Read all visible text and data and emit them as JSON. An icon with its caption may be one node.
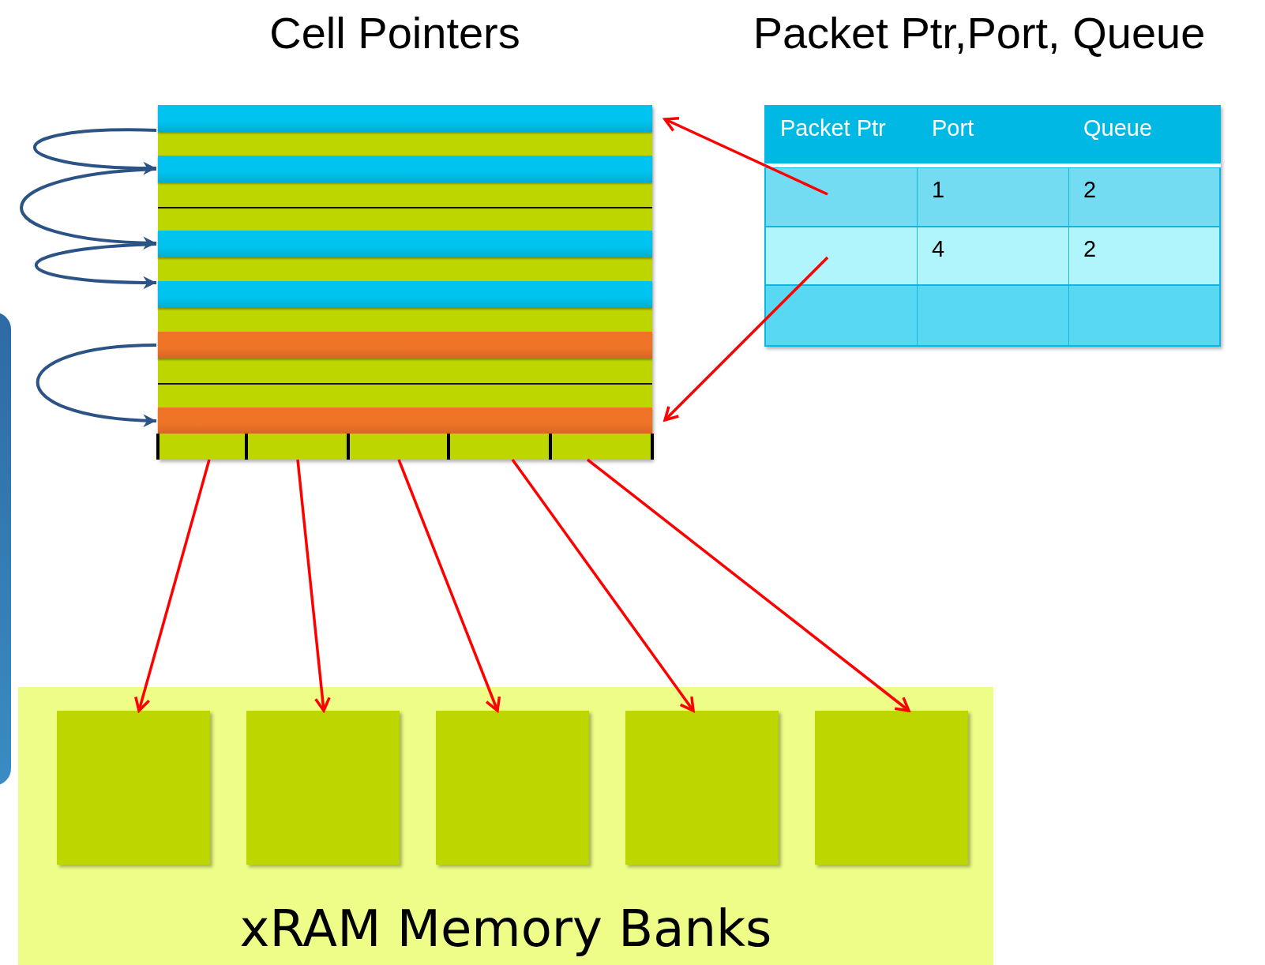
{
  "diagram": {
    "nodes": [
      {
        "text": [],
        "shape": "box"
      },
      {
        "text": [],
        "shape": "bar",
        "in": 0
      },
      {
        "text": [],
        "shape": "bar",
        "in": 0
      },
      {
        "text": [],
        "shape": "bar",
        "in": 0
      },
      {
        "text": [],
        "shape": "bar",
        "in": 0
      },
      {
        "text": [],
        "shape": "bar",
        "in": 0
      },
      {
        "text": [],
        "shape": "bar",
        "in": 0
      },
      {
        "text": [],
        "shape": "box",
        "in": 0
      },
      {
        "text": [],
        "shape": "box",
        "in": 0
      },
      {
        "text": [],
        "shape": "box",
        "in": 0
      },
      {
        "text": [],
        "shape": "box",
        "in": 0
      },
      {
        "text": [],
        "shape": "box",
        "in": 0
      },
      {
        "text": [],
        "shape": "box"
      },
      {
        "text": [],
        "shape": "box",
        "in": 12
      },
      {
        "text": [],
        "shape": "box",
        "in": 12
      },
      {
        "text": [
          "xRAM Memory Banks"
        ]
      },
      {
        "text": [],
        "shape": "box",
        "in": 15
      },
      {
        "text": [],
        "shape": "box",
        "in": 15
      },
      {
        "text": [],
        "shape": "box",
        "in": 15
      },
      {
        "text": [],
        "shape": "box",
        "in": 15
      },
      {
        "text": [],
        "shape": "box",
        "in": 15
      }
    ],
    "edges": [
      {
        "from": 1,
        "to": 2,
        "arrow": "to",
        "color": "#2b5385"
      },
      {
        "from": 2,
        "to": 3,
        "arrow": "to",
        "color": "#2b5385"
      },
      {
        "from": 3,
        "to": 4,
        "arrow": "to",
        "color": "#2b5385"
      },
      {
        "from": 5,
        "to": 6,
        "arrow": "to",
        "color": "#2b5385"
      },
      {
        "from": 13,
        "to": 1,
        "arrow": "to",
        "color": "#ff0000"
      },
      {
        "from": 14,
        "to": 6,
        "arrow": "to",
        "color": "#ff0000"
      },
      {
        "from": 7,
        "to": 16,
        "arrow": "to",
        "color": "#ff0000"
      },
      {
        "from": 8,
        "to": 17,
        "arrow": "to",
        "color": "#ff0000"
      },
      {
        "from": 9,
        "to": 18,
        "arrow": "to",
        "color": "#ff0000"
      },
      {
        "from": 10,
        "to": 19,
        "arrow": "to",
        "color": "#ff0000"
      },
      {
        "from": 11,
        "to": 20,
        "arrow": "to",
        "color": "#ff0000"
      }
    ],
    "labels": [
      "Cell Pointers",
      "Packet Ptr,Port, Queue",
      "Packet Ptr",
      "Port",
      "Queue",
      "1",
      "2",
      "4",
      "2"
    ]
  }
}
